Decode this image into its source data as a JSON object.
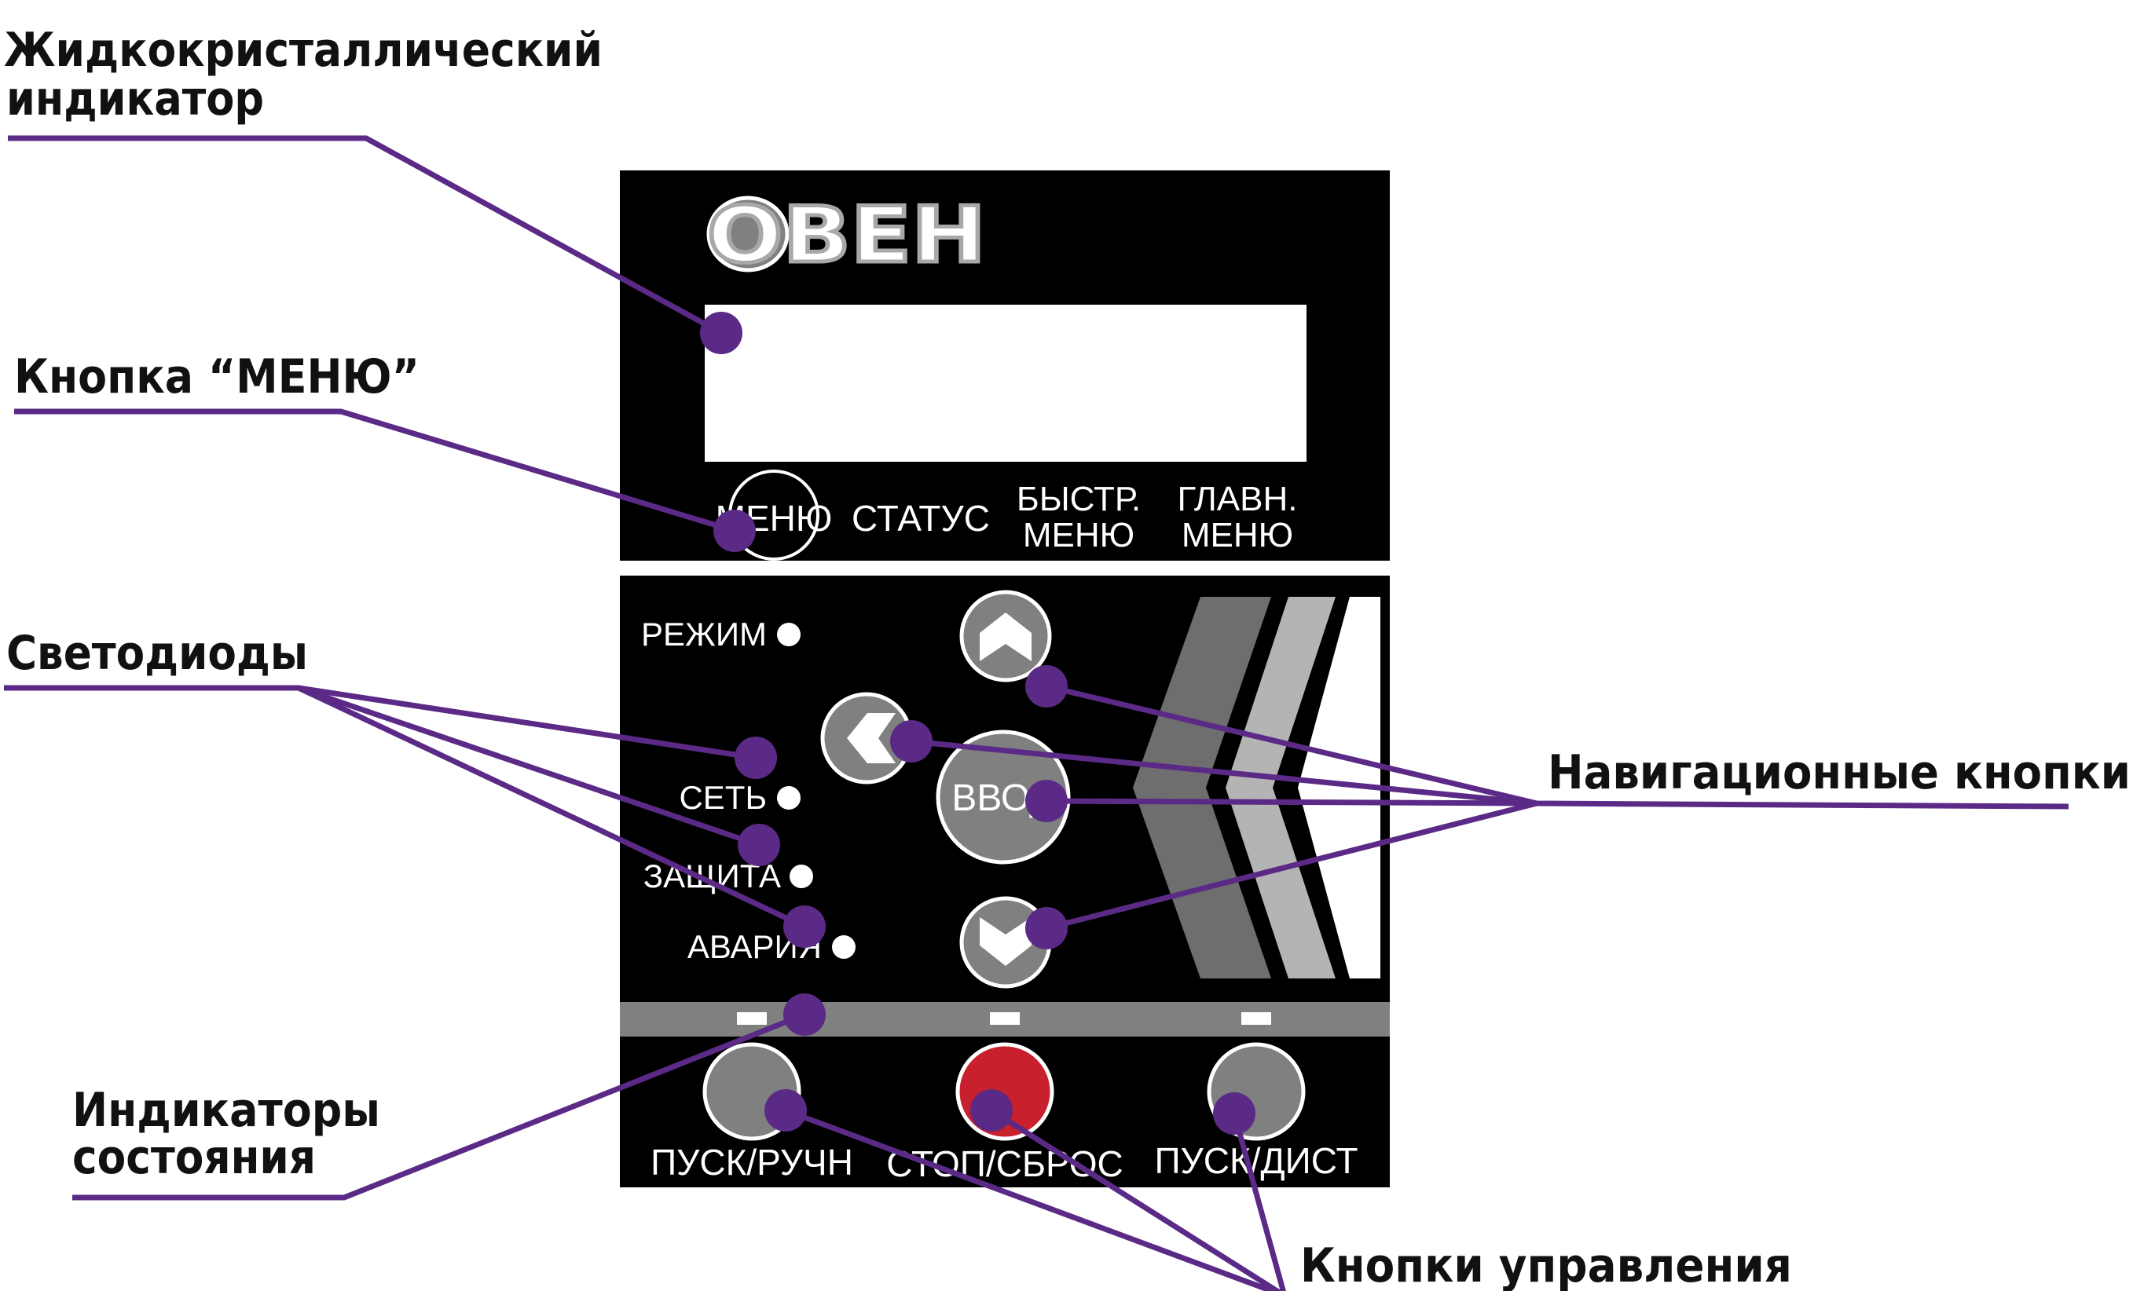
{
  "callouts": {
    "lcd_line1": "Жидкокристаллический",
    "lcd_line2": "индикатор",
    "menu_button": "Кнопка “МЕНЮ”",
    "leds": "Светодиоды",
    "navigation": "Навигационные кнопки",
    "status_line1": "Индикаторы",
    "status_line2": "состояния",
    "control": "Кнопки управления"
  },
  "panel": {
    "logo": "ОВЕН",
    "soft_keys": {
      "menu": "МЕНЮ",
      "status": "СТАТУС",
      "quick_menu_line1": "БЫСТР.",
      "quick_menu_line2": "МЕНЮ",
      "main_menu_line1": "ГЛАВН.",
      "main_menu_line2": "МЕНЮ"
    },
    "leds": {
      "mode": "РЕЖИМ",
      "network": "СЕТЬ",
      "protection": "ЗАЩИТА",
      "alarm": "АВАРИЯ"
    },
    "nav": {
      "enter": "ВВОД"
    },
    "controls": {
      "start_local": "ПУСК/РУЧН",
      "stop_reset": "СТОП/СБРОС",
      "start_remote": "ПУСК/ДИСТ"
    }
  },
  "colors": {
    "leader": "#5b2a86",
    "panel": "#000000",
    "stop_button": "#c8202c",
    "button_gray": "#808080",
    "status_strip": "#808080"
  }
}
